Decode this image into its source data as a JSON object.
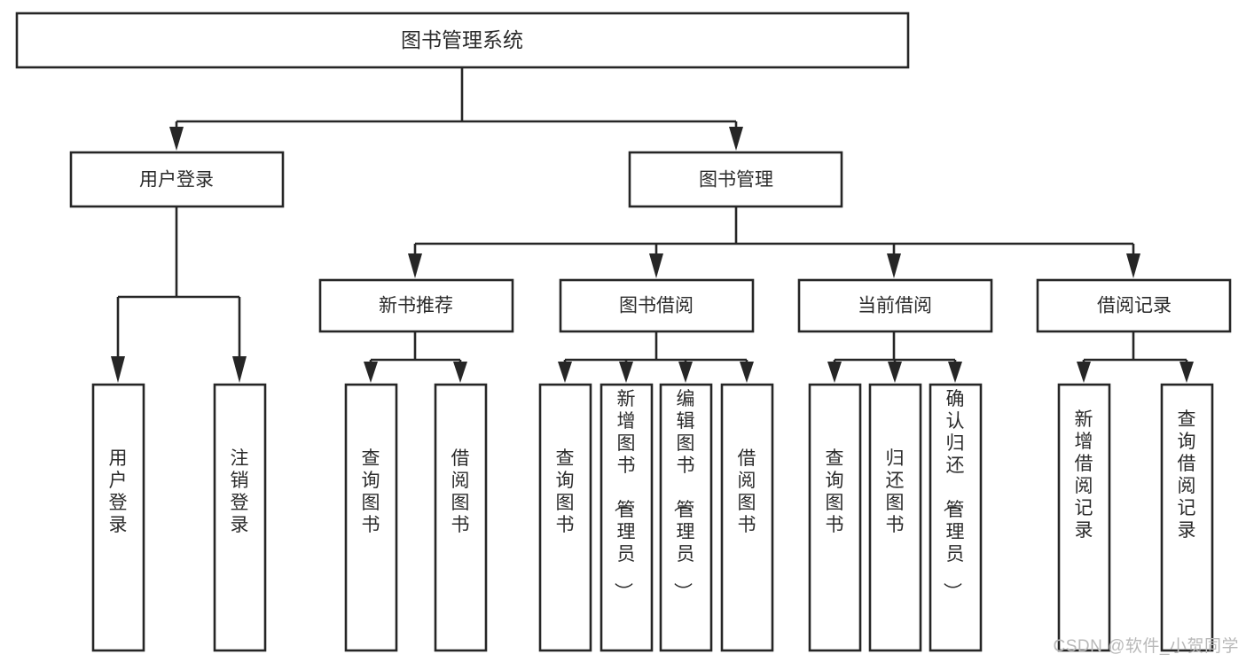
{
  "diagram": {
    "type": "hierarchy-tree",
    "title": "图书管理系统",
    "watermark": "CSDN @软件_小贺同学",
    "colors": {
      "stroke": "#262626",
      "fill": "#ffffff",
      "text": "#2b2b2b",
      "watermark": "#b9b9b9",
      "background": "#ffffff"
    },
    "root": {
      "label": "图书管理系统",
      "level": 1
    },
    "level2": [
      {
        "label": "用户登录"
      },
      {
        "label": "图书管理"
      }
    ],
    "level3": [
      {
        "label": "新书推荐"
      },
      {
        "label": "图书借阅"
      },
      {
        "label": "当前借阅"
      },
      {
        "label": "借阅记录"
      }
    ],
    "leaves": {
      "user_login": [
        {
          "label": "用户登录"
        },
        {
          "label": "注销登录"
        }
      ],
      "new_book": [
        {
          "label": "查询图书"
        },
        {
          "label": "借阅图书"
        }
      ],
      "book_borrow": [
        {
          "label": "查询图书"
        },
        {
          "label": "新增图书（管理员）"
        },
        {
          "label": "编辑图书（管理员）"
        },
        {
          "label": "借阅图书"
        }
      ],
      "current_borrow": [
        {
          "label": "查询图书"
        },
        {
          "label": "归还图书"
        },
        {
          "label": "确认归还（管理员）"
        }
      ],
      "borrow_record": [
        {
          "label": "新增借阅记录"
        },
        {
          "label": "查询借阅记录"
        }
      ]
    }
  }
}
